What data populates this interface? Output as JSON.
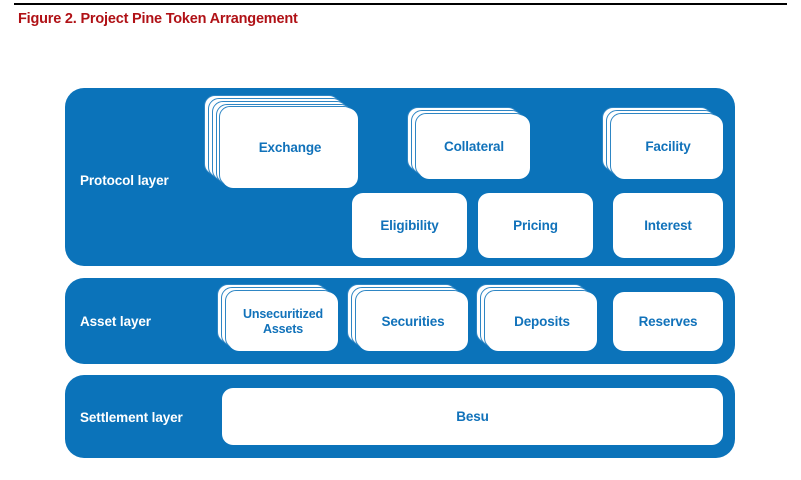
{
  "figure": {
    "title": "Figure 2. Project Pine Token Arrangement",
    "title_color": "#B01116",
    "panel_color": "#0B73BA",
    "card_text_color": "#1172BA",
    "card_fill": "#FFFFFF",
    "page_background": "#FFFFFF"
  },
  "layers": [
    {
      "id": "protocol",
      "label": "Protocol layer",
      "cards": [
        {
          "label": "Exchange",
          "stack": 5,
          "lines": 1
        },
        {
          "label": "Collateral",
          "stack": 3,
          "lines": 1
        },
        {
          "label": "Facility",
          "stack": 3,
          "lines": 1
        },
        {
          "label": "Eligibility",
          "stack": 0,
          "lines": 1
        },
        {
          "label": "Pricing",
          "stack": 0,
          "lines": 1
        },
        {
          "label": "Interest",
          "stack": 0,
          "lines": 1
        }
      ]
    },
    {
      "id": "asset",
      "label": "Asset layer",
      "cards": [
        {
          "label": "Unsecuritized Assets",
          "stack": 3,
          "lines": 2
        },
        {
          "label": "Securities",
          "stack": 3,
          "lines": 1
        },
        {
          "label": "Deposits",
          "stack": 3,
          "lines": 1
        },
        {
          "label": "Reserves",
          "stack": 0,
          "lines": 1
        }
      ]
    },
    {
      "id": "settlement",
      "label": "Settlement layer",
      "cards": [
        {
          "label": "Besu",
          "stack": 0,
          "lines": 1
        }
      ]
    }
  ]
}
